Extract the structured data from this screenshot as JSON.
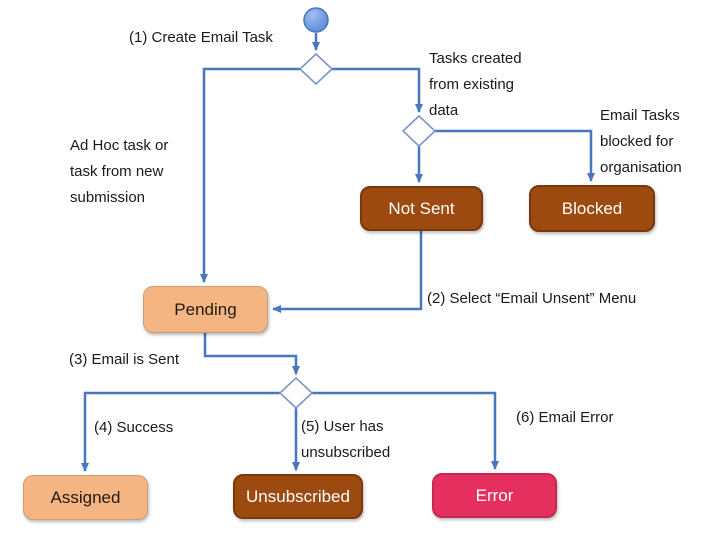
{
  "diagram": {
    "nodes": {
      "not_sent": {
        "label": "Not Sent"
      },
      "blocked": {
        "label": "Blocked"
      },
      "pending": {
        "label": "Pending"
      },
      "assigned": {
        "label": "Assigned"
      },
      "unsubscribed": {
        "label": "Unsubscribed"
      },
      "error": {
        "label": "Error"
      }
    },
    "annotations": {
      "step1": "(1) Create Email Task",
      "tasks_existing": "Tasks created from existing data",
      "email_blocked": "Email Tasks blocked for organisation",
      "adhoc": "Ad Hoc task or task from new submission",
      "step2": "(2) Select “Email Unsent” Menu",
      "step3": "(3) Email is Sent",
      "step4": "(4) Success",
      "step5": "(5) User has unsubscribed",
      "step6": "(6) Email Error"
    }
  },
  "colors": {
    "connector_blue": "#4777BE",
    "diamond_border": "#7A95CC",
    "state_brown": "#9C4A10",
    "state_brown_border": "#7A3808",
    "state_peach": "#F5B583",
    "state_peach_border": "#C99F78",
    "state_pink": "#E5305F",
    "state_pink_border": "#C52855",
    "start_ball_light": "#9FC0F0",
    "start_ball_dark": "#5A8BD6"
  }
}
